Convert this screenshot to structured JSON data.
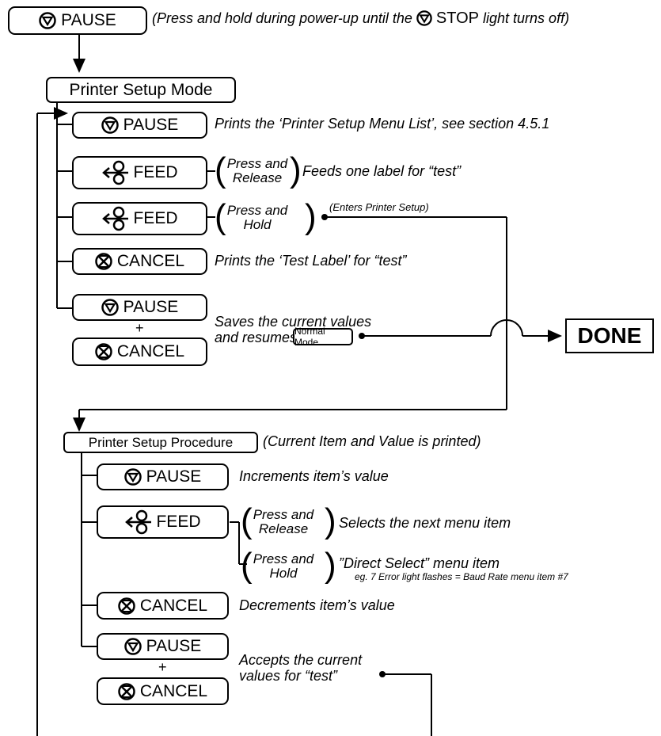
{
  "top": {
    "pause_label": "PAUSE",
    "note_prefix": "(Press and hold during power-up until the",
    "note_stop": "STOP",
    "note_suffix": "light turns off)"
  },
  "setup_mode": {
    "title": "Printer Setup Mode",
    "rows": [
      {
        "button": "PAUSE",
        "desc": "Prints the ‘Printer Setup Menu List’, see section 4.5.1"
      },
      {
        "button": "FEED",
        "press": [
          "Press and",
          "Release"
        ],
        "desc": "Feeds one label for “test”"
      },
      {
        "button": "FEED",
        "press": [
          "Press and",
          "Hold"
        ],
        "desc": "(Enters Printer Setup)"
      },
      {
        "button": "CANCEL",
        "desc": "Prints the ‘Test Label’ for “test”"
      }
    ],
    "combo": {
      "pause": "PAUSE",
      "plus": "+",
      "cancel": "CANCEL",
      "desc_line1": "Saves the current values",
      "desc_line2": "and resumes",
      "normal_mode": "Normal Mode"
    },
    "done": "DONE"
  },
  "procedure": {
    "title": "Printer Setup Procedure",
    "note": "(Current Item and Value is printed)",
    "rows": [
      {
        "button": "PAUSE",
        "desc": "Increments item’s value"
      },
      {
        "button": "FEED",
        "release": [
          "Press and",
          "Release"
        ],
        "release_desc": "Selects the next menu item",
        "hold": [
          "Press and",
          "Hold"
        ],
        "hold_desc": "”Direct Select” menu item",
        "hold_example": "eg. 7 Error light flashes = Baud Rate menu item #7"
      },
      {
        "button": "CANCEL",
        "desc": "Decrements item’s value"
      }
    ],
    "combo": {
      "pause": "PAUSE",
      "plus": "+",
      "cancel": "CANCEL",
      "desc_line1": "Accepts the current",
      "desc_line2": "values for “test”"
    }
  }
}
